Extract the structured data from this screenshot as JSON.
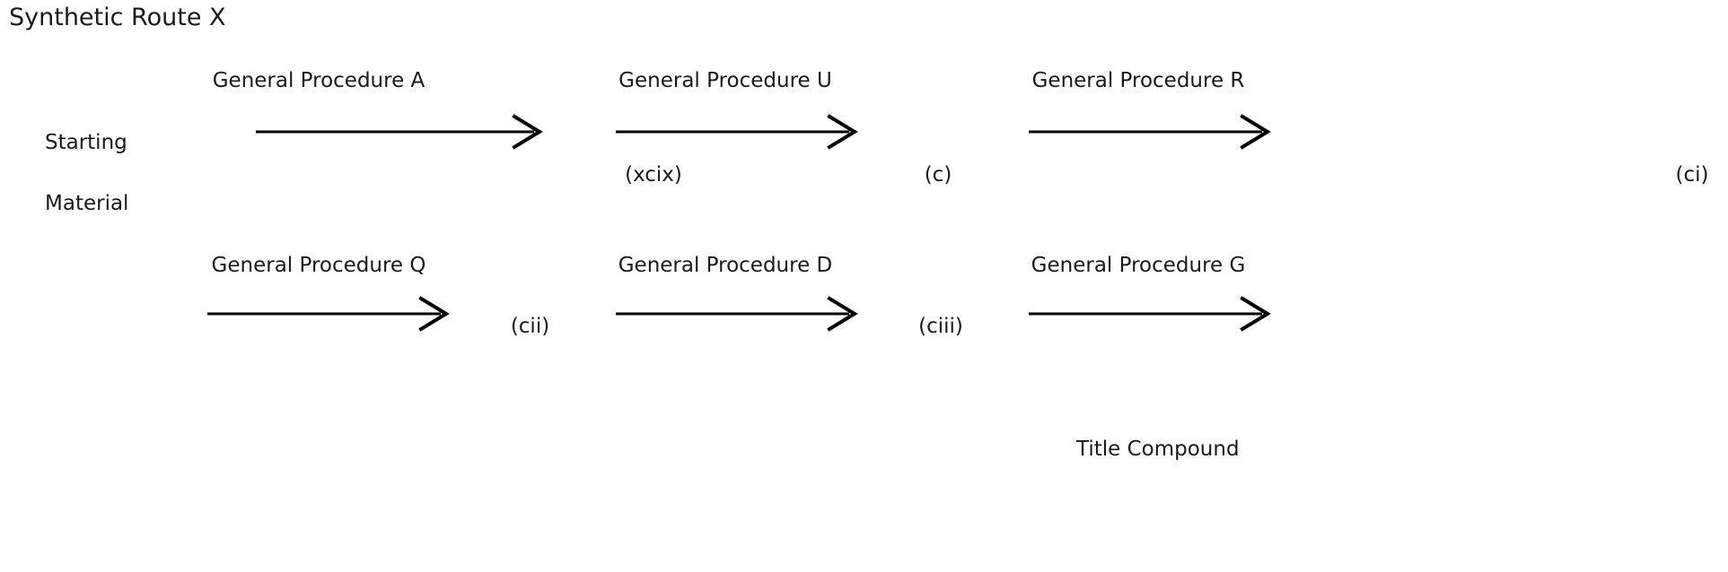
{
  "scheme": {
    "title": "Synthetic Route X",
    "starting_material": {
      "line1": "Starting",
      "line2": "Material"
    },
    "final_product": "Title Compound",
    "arrow_color": "#000000",
    "text_color": "#1a1a1a"
  },
  "rows": [
    {
      "row_id": "row-1",
      "steps": [
        {
          "label": "General Procedure A"
        },
        {
          "label": "General Procedure U"
        },
        {
          "label": "General Procedure R"
        }
      ],
      "intermediates": [
        {
          "label": "(xcix)"
        },
        {
          "label": "(c)"
        },
        {
          "label": "(ci)"
        }
      ]
    },
    {
      "row_id": "row-2",
      "steps": [
        {
          "label": "General Procedure Q"
        },
        {
          "label": "General Procedure D"
        },
        {
          "label": "General Procedure G"
        }
      ],
      "intermediates": [
        {
          "label": "(cii)"
        },
        {
          "label": "(ciii)"
        }
      ]
    }
  ]
}
